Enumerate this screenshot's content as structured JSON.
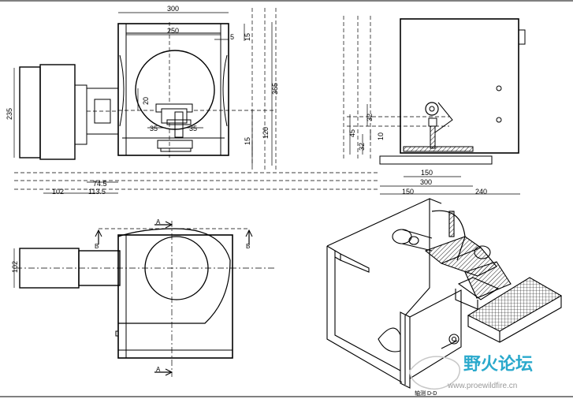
{
  "front_view": {
    "dims": {
      "d300": "300",
      "d250": "250",
      "d5": "5",
      "d15_top": "15",
      "d365": "365",
      "d235": "235",
      "d20": "20",
      "d35_left": "35",
      "d35_right": "35",
      "d120": "120",
      "d15_bottom": "15",
      "d74_5": "74.5",
      "d102": "102",
      "d113_5": "113.5"
    }
  },
  "side_view": {
    "dims": {
      "d32_upper": "32",
      "d45": "45",
      "d10": "10",
      "d32_lower": "32",
      "d150_inner": "150",
      "d300": "300",
      "d150": "150",
      "d240": "240"
    }
  },
  "top_view": {
    "dims": {
      "d102": "102"
    },
    "section_marks": {
      "a_top": "A",
      "a_bottom": "A",
      "b_left": "B",
      "b_right": "B"
    }
  },
  "iso_view": {
    "caption": "轴测 D-D"
  },
  "watermark": {
    "title": "野火论坛",
    "url": "www.proewildfire.cn"
  },
  "colors": {
    "line": "#000000",
    "watermark_title": "#2aa9cc",
    "watermark_url": "#9a9a9a"
  }
}
